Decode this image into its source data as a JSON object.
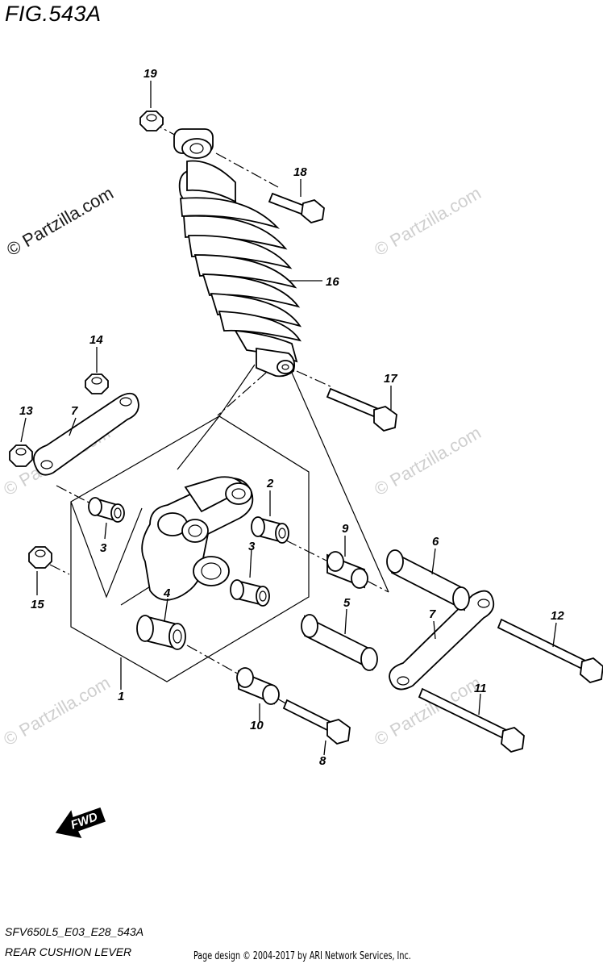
{
  "figure": {
    "title": "FIG.543A",
    "code": "SFV650L5_E03_E28_543A",
    "name": "REAR CUSHION LEVER",
    "credit": "Page design © 2004-2017 by ARI Network Services, Inc."
  },
  "watermark": {
    "text": "© Partzilla.com"
  },
  "direction": {
    "label": "FWD"
  },
  "callouts": {
    "c1": "1",
    "c2": "2",
    "c3a": "3",
    "c3b": "3",
    "c4": "4",
    "c5": "5",
    "c6": "6",
    "c7a": "7",
    "c7b": "7",
    "c8": "8",
    "c9": "9",
    "c10": "10",
    "c11": "11",
    "c12": "12",
    "c13": "13",
    "c14": "14",
    "c15": "15",
    "c16": "16",
    "c17": "17",
    "c18": "18",
    "c19": "19"
  }
}
